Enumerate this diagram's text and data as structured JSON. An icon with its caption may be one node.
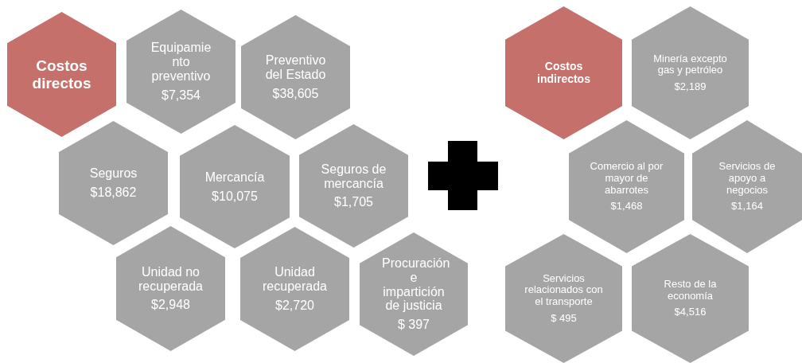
{
  "diagram": {
    "nodes": [
      {
        "text": [
          "Costos directos"
        ]
      },
      {
        "text": [
          "Equipamie nto preventivo",
          "$7,354"
        ]
      },
      {
        "text": [
          "Preventivo del Estado",
          "$38,605"
        ]
      },
      {
        "text": [
          "Seguros",
          "$18,862"
        ]
      },
      {
        "text": [
          "Mercancía",
          "$10,075"
        ]
      },
      {
        "text": [
          "Seguros de mercancía",
          "$1,705"
        ]
      },
      {
        "text": [
          "Unidad no recuperada",
          "$2,948"
        ]
      },
      {
        "text": [
          "Unidad recuperada",
          "$2,720"
        ]
      },
      {
        "text": [
          "Procuración e impartición de justicia",
          "$ 397"
        ]
      },
      {
        "text": [
          "Costos indirectos"
        ]
      },
      {
        "text": [
          "Minería excepto gas y petróleo",
          "$2,189"
        ]
      },
      {
        "text": [
          "Comercio al por mayor de abarrotes",
          "$1,468"
        ]
      },
      {
        "text": [
          "Servicios de apoyo a negocios",
          "$1,164"
        ]
      },
      {
        "text": [
          "Servicios relacionados con el transporte",
          "$ 495"
        ]
      },
      {
        "text": [
          "Resto de la economía",
          "$4,516"
        ]
      }
    ]
  }
}
